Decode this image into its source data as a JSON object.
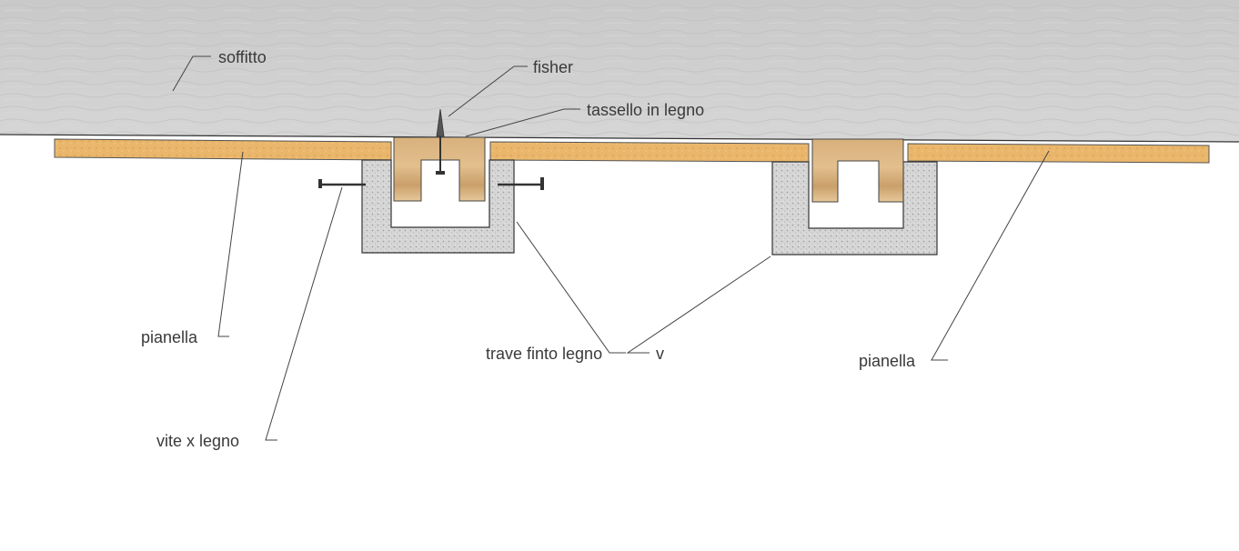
{
  "labels": {
    "soffitto": "soffitto",
    "fisher": "fisher",
    "tassello": "tassello in legno",
    "pianella_left": "pianella",
    "pianella_right": "pianella",
    "trave": "trave finto legno",
    "v": "v",
    "vite": "vite x legno"
  },
  "colors": {
    "ceiling": "#cfcfcf",
    "plank": "#e8b56a",
    "wood_block": "#d9b07a",
    "concrete": "#d4d4d4",
    "outline": "#333333"
  }
}
